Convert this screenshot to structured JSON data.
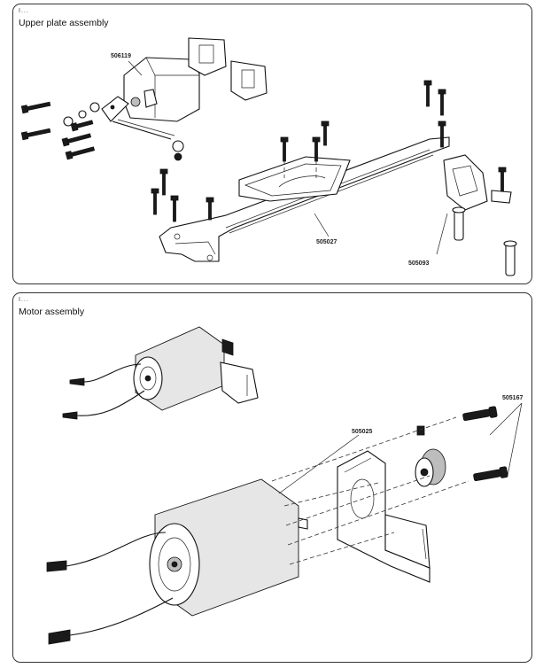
{
  "panels": {
    "upper": {
      "title": "Upper plate assembly",
      "labels": {
        "servo": "506119",
        "plate": "505027",
        "mount": "505093"
      }
    },
    "motor": {
      "title": "Motor assembly",
      "labels": {
        "motor": "505025",
        "screws": "505167"
      }
    }
  },
  "colors": {
    "line": "#111111",
    "border": "#333333",
    "background": "#ffffff"
  }
}
